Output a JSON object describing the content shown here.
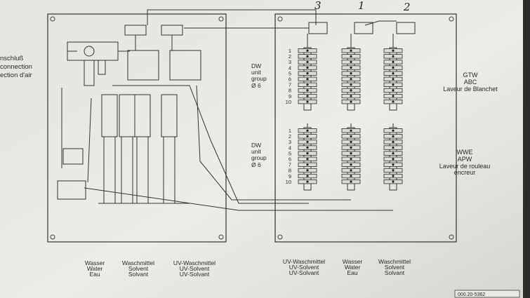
{
  "air_connection_label": [
    "nschluß",
    "connection",
    "ection d'air"
  ],
  "column_numbers": [
    "3",
    "1",
    "2"
  ],
  "dw_group_top": [
    "DW",
    "unit",
    "group",
    "Ø 6"
  ],
  "dw_group_bottom": [
    "DW",
    "unit",
    "group",
    "Ø 6"
  ],
  "gtw_label": [
    "GTW",
    "ABC",
    "Laveur de Blanchet"
  ],
  "wwe_label": [
    "WWE",
    "APW",
    "Laveur de rouleau",
    "encreur"
  ],
  "row_numbers": [
    "1",
    "2",
    "3",
    "4",
    "5",
    "6",
    "7",
    "8",
    "9",
    "10"
  ],
  "left_bottom_labels": [
    [
      "Wasser",
      "Water",
      "Eau"
    ],
    [
      "Waschmittel",
      "Solvent",
      "Solvant"
    ],
    [
      "UV-Waschmittel",
      "UV-Solvent",
      "UV-Solvant"
    ]
  ],
  "right_bottom_labels": [
    [
      "UV-Waschmittel",
      "UV-Solvent",
      "UV-Solvant"
    ],
    [
      "Wasser",
      "Water",
      "Eau"
    ],
    [
      "Waschmittel",
      "Solvent",
      "Solvant"
    ]
  ],
  "stamp": "000.20-5362"
}
